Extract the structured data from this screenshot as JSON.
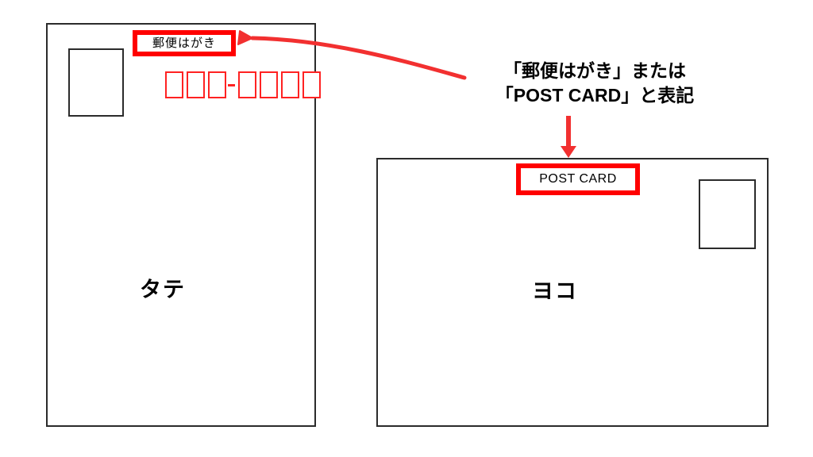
{
  "diagram": {
    "title_text_visible": false,
    "accent_color": "#ff0000",
    "outline_color": "#2b2b2b",
    "postal_box_color": "#ff2222",
    "background_color": "#ffffff"
  },
  "annotation": {
    "line1": "「郵便はがき」または",
    "line2": "「POST CARD」と表記",
    "arrow_curved_name": "curved-arrow-to-yubin-label",
    "arrow_straight_name": "down-arrow-to-postcard-label"
  },
  "vertical_card": {
    "orientation_caption": "タテ",
    "label_text": "郵便はがき",
    "stamp_box_label": "",
    "postal_code": {
      "cells_before_separator": 3,
      "cells_after_separator": 4,
      "separator": "-",
      "total_cells": 7,
      "values": [
        "",
        "",
        "",
        "",
        "",
        "",
        ""
      ]
    }
  },
  "horizontal_card": {
    "orientation_caption": "ヨコ",
    "label_text": "POST CARD",
    "stamp_box_label": ""
  }
}
